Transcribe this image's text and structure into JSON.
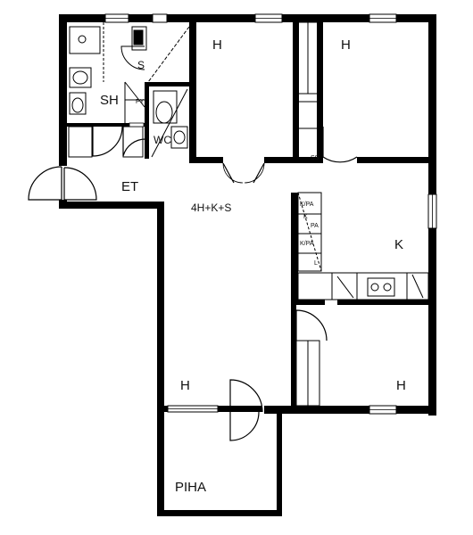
{
  "plan": {
    "type_label": "4H+K+S",
    "rooms": {
      "sh": "SH",
      "sauna": "S",
      "wc": "WC",
      "entry": "ET",
      "bed_top_left": "H",
      "bed_top_right": "H",
      "kitchen": "K",
      "bed_bottom_left": "H",
      "bed_bottom_right": "H",
      "yard": "PIHA"
    },
    "fixtures": {
      "pyykki_label": "PY",
      "kitchen_k_pa": "K/PA",
      "kitchen_pa": "PA",
      "kitchen_l": "L",
      "kitchen_k_pa2": "K/PA",
      "kitchen_k": "K",
      "cabinet_ss": "SS"
    },
    "colors": {
      "wall": "#000000",
      "line": "#1a1a1a",
      "background": "#ffffff"
    }
  }
}
